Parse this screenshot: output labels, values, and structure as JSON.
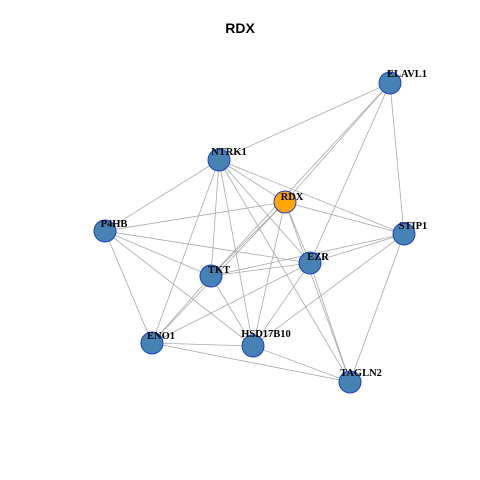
{
  "title": "RDX",
  "colors": {
    "node_default": "#4682B4",
    "node_center": "#FFA500",
    "node_border": "#1C3FCC",
    "edge": "#AAAAAA"
  },
  "nodes": [
    {
      "id": "ELAVL1",
      "label": "ELAVL1",
      "center": false
    },
    {
      "id": "NTRK1",
      "label": "NTRK1",
      "center": false
    },
    {
      "id": "RDX",
      "label": "RDX",
      "center": true
    },
    {
      "id": "P4HB",
      "label": "P4HB",
      "center": false
    },
    {
      "id": "STIP1",
      "label": "STIP1",
      "center": false
    },
    {
      "id": "EZR",
      "label": "EZR",
      "center": false
    },
    {
      "id": "TKT",
      "label": "TKT",
      "center": false
    },
    {
      "id": "ENO1",
      "label": "ENO1",
      "center": false
    },
    {
      "id": "HSD17B10",
      "label": "HSD17B10",
      "center": false
    },
    {
      "id": "TAGLN2",
      "label": "TAGLN2",
      "center": false
    }
  ],
  "edges": [
    [
      "NTRK1",
      "ELAVL1"
    ],
    [
      "RDX",
      "ELAVL1"
    ],
    [
      "EZR",
      "ELAVL1"
    ],
    [
      "STIP1",
      "ELAVL1"
    ],
    [
      "TKT",
      "ELAVL1"
    ],
    [
      "NTRK1",
      "P4HB"
    ],
    [
      "NTRK1",
      "RDX"
    ],
    [
      "NTRK1",
      "TKT"
    ],
    [
      "NTRK1",
      "EZR"
    ],
    [
      "NTRK1",
      "STIP1"
    ],
    [
      "NTRK1",
      "ENO1"
    ],
    [
      "NTRK1",
      "HSD17B10"
    ],
    [
      "NTRK1",
      "TAGLN2"
    ],
    [
      "RDX",
      "P4HB"
    ],
    [
      "RDX",
      "STIP1"
    ],
    [
      "RDX",
      "TKT"
    ],
    [
      "RDX",
      "EZR"
    ],
    [
      "RDX",
      "ENO1"
    ],
    [
      "RDX",
      "HSD17B10"
    ],
    [
      "RDX",
      "TAGLN2"
    ],
    [
      "P4HB",
      "TKT"
    ],
    [
      "P4HB",
      "EZR"
    ],
    [
      "P4HB",
      "ENO1"
    ],
    [
      "P4HB",
      "HSD17B10"
    ],
    [
      "STIP1",
      "EZR"
    ],
    [
      "STIP1",
      "TKT"
    ],
    [
      "STIP1",
      "HSD17B10"
    ],
    [
      "STIP1",
      "TAGLN2"
    ],
    [
      "EZR",
      "TKT"
    ],
    [
      "EZR",
      "ENO1"
    ],
    [
      "EZR",
      "HSD17B10"
    ],
    [
      "EZR",
      "TAGLN2"
    ],
    [
      "TKT",
      "ENO1"
    ],
    [
      "TKT",
      "HSD17B10"
    ],
    [
      "ENO1",
      "HSD17B10"
    ],
    [
      "ENO1",
      "TAGLN2"
    ],
    [
      "HSD17B10",
      "TAGLN2"
    ]
  ]
}
